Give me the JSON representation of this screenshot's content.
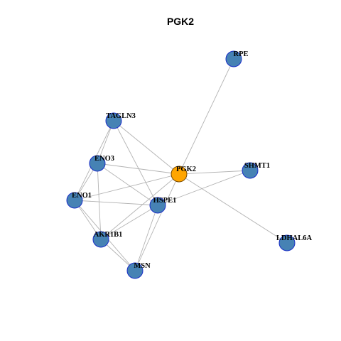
{
  "title": "PGK2",
  "colors": {
    "node_fill": "#4682B4",
    "node_stroke": "#1a2ec8",
    "center_fill": "#FFA500",
    "center_stroke": "#7a4a00",
    "edge": "#b3b3b3"
  },
  "nodes": [
    {
      "id": "PGK2",
      "label": "PGK2",
      "center": true
    },
    {
      "id": "RPE",
      "label": "RPE"
    },
    {
      "id": "TAGLN3",
      "label": "TAGLN3"
    },
    {
      "id": "ENO3",
      "label": "ENO3"
    },
    {
      "id": "SHMT1",
      "label": "SHMT1"
    },
    {
      "id": "ENO1",
      "label": "ENO1"
    },
    {
      "id": "HSPE1",
      "label": "HSPE1"
    },
    {
      "id": "AKR1B1",
      "label": "AKR1B1"
    },
    {
      "id": "LDHAL6A",
      "label": "LDHAL6A"
    },
    {
      "id": "MSN",
      "label": "MSN"
    }
  ],
  "edges": [
    [
      "PGK2",
      "RPE"
    ],
    [
      "PGK2",
      "TAGLN3"
    ],
    [
      "PGK2",
      "ENO3"
    ],
    [
      "PGK2",
      "SHMT1"
    ],
    [
      "PGK2",
      "ENO1"
    ],
    [
      "PGK2",
      "AKR1B1"
    ],
    [
      "PGK2",
      "LDHAL6A"
    ],
    [
      "PGK2",
      "MSN"
    ],
    [
      "TAGLN3",
      "ENO3"
    ],
    [
      "TAGLN3",
      "ENO1"
    ],
    [
      "TAGLN3",
      "HSPE1"
    ],
    [
      "ENO3",
      "ENO1"
    ],
    [
      "ENO3",
      "HSPE1"
    ],
    [
      "ENO3",
      "AKR1B1"
    ],
    [
      "ENO1",
      "AKR1B1"
    ],
    [
      "ENO1",
      "MSN"
    ],
    [
      "HSPE1",
      "SHMT1"
    ],
    [
      "HSPE1",
      "ENO1"
    ],
    [
      "HSPE1",
      "AKR1B1"
    ],
    [
      "HSPE1",
      "MSN"
    ],
    [
      "AKR1B1",
      "MSN"
    ]
  ]
}
